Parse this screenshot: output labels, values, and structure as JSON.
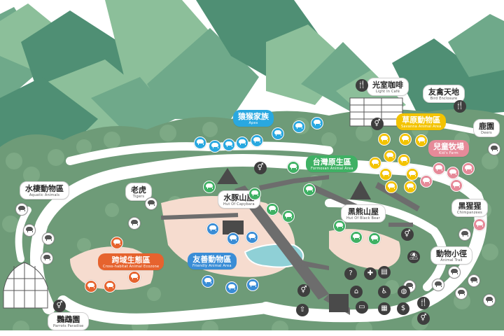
{
  "colors": {
    "mountain_dark": "#4f8f74",
    "mountain_light": "#8cbf9a",
    "tree": "#6e9b78",
    "path": "#ffffff",
    "ground": "#f6dccf",
    "water": "#8fd0d6",
    "apes": "#29a8e0",
    "savanna": "#f3c300",
    "kids": "#e68a99",
    "formosan": "#3fb164",
    "crosshabitat": "#e6632e",
    "friendly": "#3a8dd6",
    "service": "#3e3e3e"
  },
  "areas": [
    {
      "id": "apes",
      "zh": "猿猴家族",
      "en": "Apes",
      "style": "apes"
    },
    {
      "id": "light-cafe",
      "zh": "光室咖啡",
      "en": "Light In Café",
      "style": "white"
    },
    {
      "id": "bird-enclosure",
      "zh": "友禽天地",
      "en": "Bird Enclosure",
      "style": "white"
    },
    {
      "id": "savanna",
      "zh": "草原動物區",
      "en": "Savanna Animal Area",
      "style": "savanna"
    },
    {
      "id": "deer",
      "zh": "鹿園",
      "en": "Deers",
      "style": "white"
    },
    {
      "id": "kids-farm",
      "zh": "兒童牧場",
      "en": "Kid's Farm",
      "style": "kids"
    },
    {
      "id": "formosan",
      "zh": "台灣原生區",
      "en": "Formosan Animal Area",
      "style": "formosan"
    },
    {
      "id": "chimpanzees",
      "zh": "黑猩猩",
      "en": "Chimpanzees",
      "style": "white"
    },
    {
      "id": "aquatic",
      "zh": "水棲動物區",
      "en": "Aquatic Animals",
      "style": "white"
    },
    {
      "id": "tigers",
      "zh": "老虎",
      "en": "Tigers",
      "style": "white"
    },
    {
      "id": "capybara",
      "zh": "水豚山屋",
      "en": "Hut Of Capybara",
      "style": "white"
    },
    {
      "id": "black-bear",
      "zh": "黑熊山屋",
      "en": "Hut Of Black Bear",
      "style": "white"
    },
    {
      "id": "cross-habitat",
      "zh": "跨域生態區",
      "en": "Cross-habitat Animal Ecozone",
      "style": "crosshabitat"
    },
    {
      "id": "friendly",
      "zh": "友善動物區",
      "en": "Friendly Animal Area",
      "style": "friendly"
    },
    {
      "id": "animal-trail",
      "zh": "動物小徑",
      "en": "Animal Trail",
      "style": "white"
    },
    {
      "id": "parrots",
      "zh": "鸚鵡園",
      "en": "Parrots Paradise",
      "style": "white"
    }
  ]
}
